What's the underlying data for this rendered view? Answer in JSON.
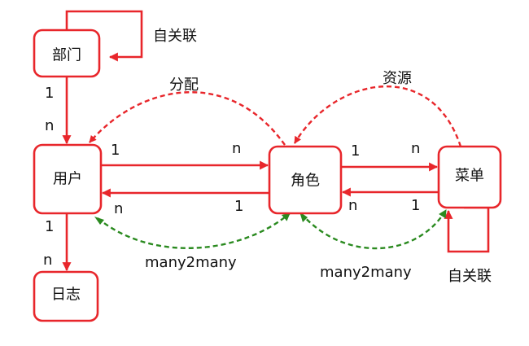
{
  "nodes": {
    "department": "部门",
    "user": "用户",
    "role": "角色",
    "menu": "菜单",
    "log": "日志"
  },
  "labels": {
    "dept_self": "自关联",
    "menu_self": "自关联",
    "assign": "分配",
    "resource": "资源",
    "user_role_many": "many2many",
    "role_menu_many": "many2many"
  },
  "cardinality": {
    "dept_user_one": "1",
    "dept_user_n": "n",
    "user_role_top_one": "1",
    "user_role_top_n": "n",
    "user_role_bottom_n": "n",
    "user_role_bottom_one": "1",
    "role_menu_top_one": "1",
    "role_menu_top_n": "n",
    "role_menu_bottom_n": "n",
    "role_menu_bottom_one": "1",
    "user_log_one": "1",
    "user_log_n": "n"
  },
  "colors": {
    "relation": "#e8262b",
    "many_to_many": "#2a8a1f"
  }
}
